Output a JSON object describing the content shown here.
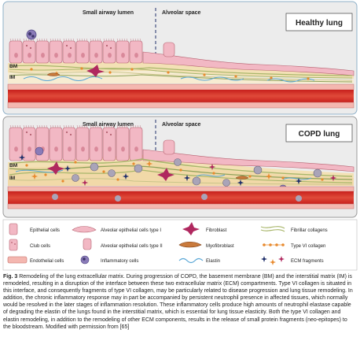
{
  "panels": {
    "healthy": {
      "title": "Healthy lung",
      "left_region": "Small airway lumen",
      "right_region": "Alveolar space",
      "bm": "BM",
      "im": "IM"
    },
    "copd": {
      "title": "COPD lung",
      "left_region": "Small airway lumen",
      "right_region": "Alveolar space",
      "bm": "BM",
      "im": "IM"
    }
  },
  "legend": {
    "epithelial": "Epithelial cells",
    "club": "Club cells",
    "endothelial": "Endothelial cells",
    "alv1": "Alveolar epithelial cells type I",
    "alv2": "Alveolar epithelial cells type II",
    "inflammatory": "Inflammatory cells",
    "fibroblast": "Fibroblast",
    "myofibroblast": "Myofibroblast",
    "elastin": "Elastin",
    "fibrillar": "Fibrillar collagens",
    "type6": "Type VI collagen",
    "ecm": "ECM fragments"
  },
  "caption": {
    "label": "Fig. 3",
    "text": "Remodeling of the lung extracellular matrix. During progression of COPD, the basement membrane (BM) and the interstitial matrix (IM) is remodeled, resulting in a disruption of the interface between these two extracellular matrix (ECM) compartments. Type VI collagen is situated in this interface, and consequently fragments of type VI collagen, may be particularly related to disease progression and lung tissue remodeling. In addition, the chronic inflammatory response may in part be accompanied by persistent neutrophil presence in affected tissues, which normally would be resolved in the later stages of inflammation resolution. These inflammatory cells produce high amounts of neutrophil elastase capable of degrading the elastin of the lungs found in the interstitial matrix, which is essential for lung tissue elasticity. Both the type VI collagen and elastin remodeling, in addition to the remodeling of other ECM components, results in the release of small protein fragments (neo-epitopes) to the bloodstream. Modified with permission from [65]"
  },
  "colors": {
    "panel_bg": "#e8e8e8",
    "epithelial_pink": "#f2b8c4",
    "epithelial_stroke": "#b5606f",
    "blood_red": "#d8302b",
    "endothelial_pink": "#f4b7b0",
    "bm_yellow": "#f6dfa6",
    "green_fiber": "#a8b66a",
    "orange_collagen": "#e88a2e",
    "elastin_blue": "#5aa7d6",
    "fibroblast_magenta": "#b0285f",
    "inflammatory_purple": "#8a7bb8",
    "ecm_navy": "#1f2f6a",
    "healthy_border": "#6c9ebf",
    "copd_border": "#8a8a8a"
  }
}
